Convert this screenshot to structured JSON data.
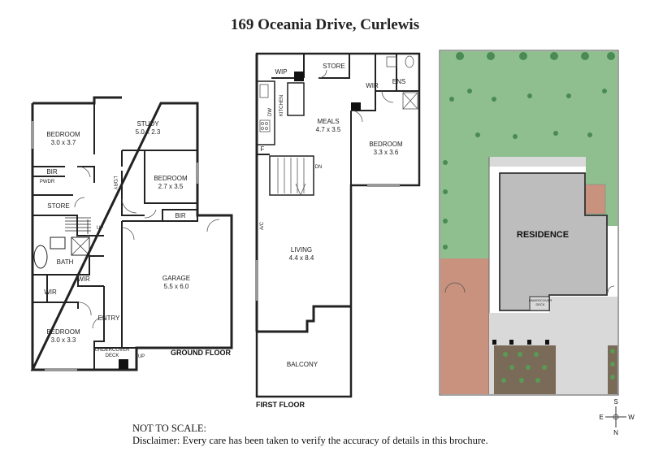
{
  "title": "169 Oceania Drive, Curlewis",
  "ground_floor": {
    "label": "GROUND FLOOR",
    "rooms": {
      "bedroom1_name": "BEDROOM",
      "bedroom1_size": "3.0 x 3.7",
      "study_name": "STUDY",
      "study_size": "5.0 x 2.3",
      "bir1": "BIR",
      "pwdr": "PWDR",
      "bedroom2_name": "BEDROOM",
      "bedroom2_size": "2.7 x 3.5",
      "ldry": "L'DRY",
      "bir2": "BIR",
      "store": "STORE",
      "up": "UP",
      "bath": "BATH",
      "garage_name": "GARAGE",
      "garage_size": "5.5 x 6.0",
      "wir1": "WIR",
      "wir2": "WIR",
      "entry": "ENTRY",
      "bedroom3_name": "BEDROOM",
      "bedroom3_size": "3.0 x 3.3",
      "deck_line1": "UNDERCOVER",
      "deck_line2": "DECK",
      "deck_up": "UP"
    }
  },
  "first_floor": {
    "label": "FIRST FLOOR",
    "rooms": {
      "wip": "WIP",
      "store": "STORE",
      "wir": "WIR",
      "ens": "ENS",
      "kitchen": "KITCHEN",
      "dw": "DW",
      "meals_name": "MEALS",
      "meals_size": "4.7 x 3.5",
      "fridge": "F",
      "dn": "DN",
      "bedroom_name": "BEDROOM",
      "bedroom_size": "3.3 x 3.6",
      "ac": "A/C",
      "living_name": "LIVING",
      "living_size": "4.4 x 8.4",
      "balcony": "BALCONY"
    }
  },
  "site_plan": {
    "residence": "RESIDENCE",
    "deck_line1": "UNDERCOVER",
    "deck_line2": "DECK",
    "colors": {
      "lawn": "#8fbf8f",
      "driveway": "#c9927f",
      "paving": "#d9d9d9",
      "residence": "#bdbdbd",
      "garden": "#7a6a58"
    }
  },
  "compass": {
    "north": "N",
    "south": "S",
    "east": "E",
    "west": "W"
  },
  "footer": {
    "line1": "NOT TO SCALE:",
    "line2": "Disclaimer: Every care has been taken to verify the accuracy of details in this brochure."
  }
}
